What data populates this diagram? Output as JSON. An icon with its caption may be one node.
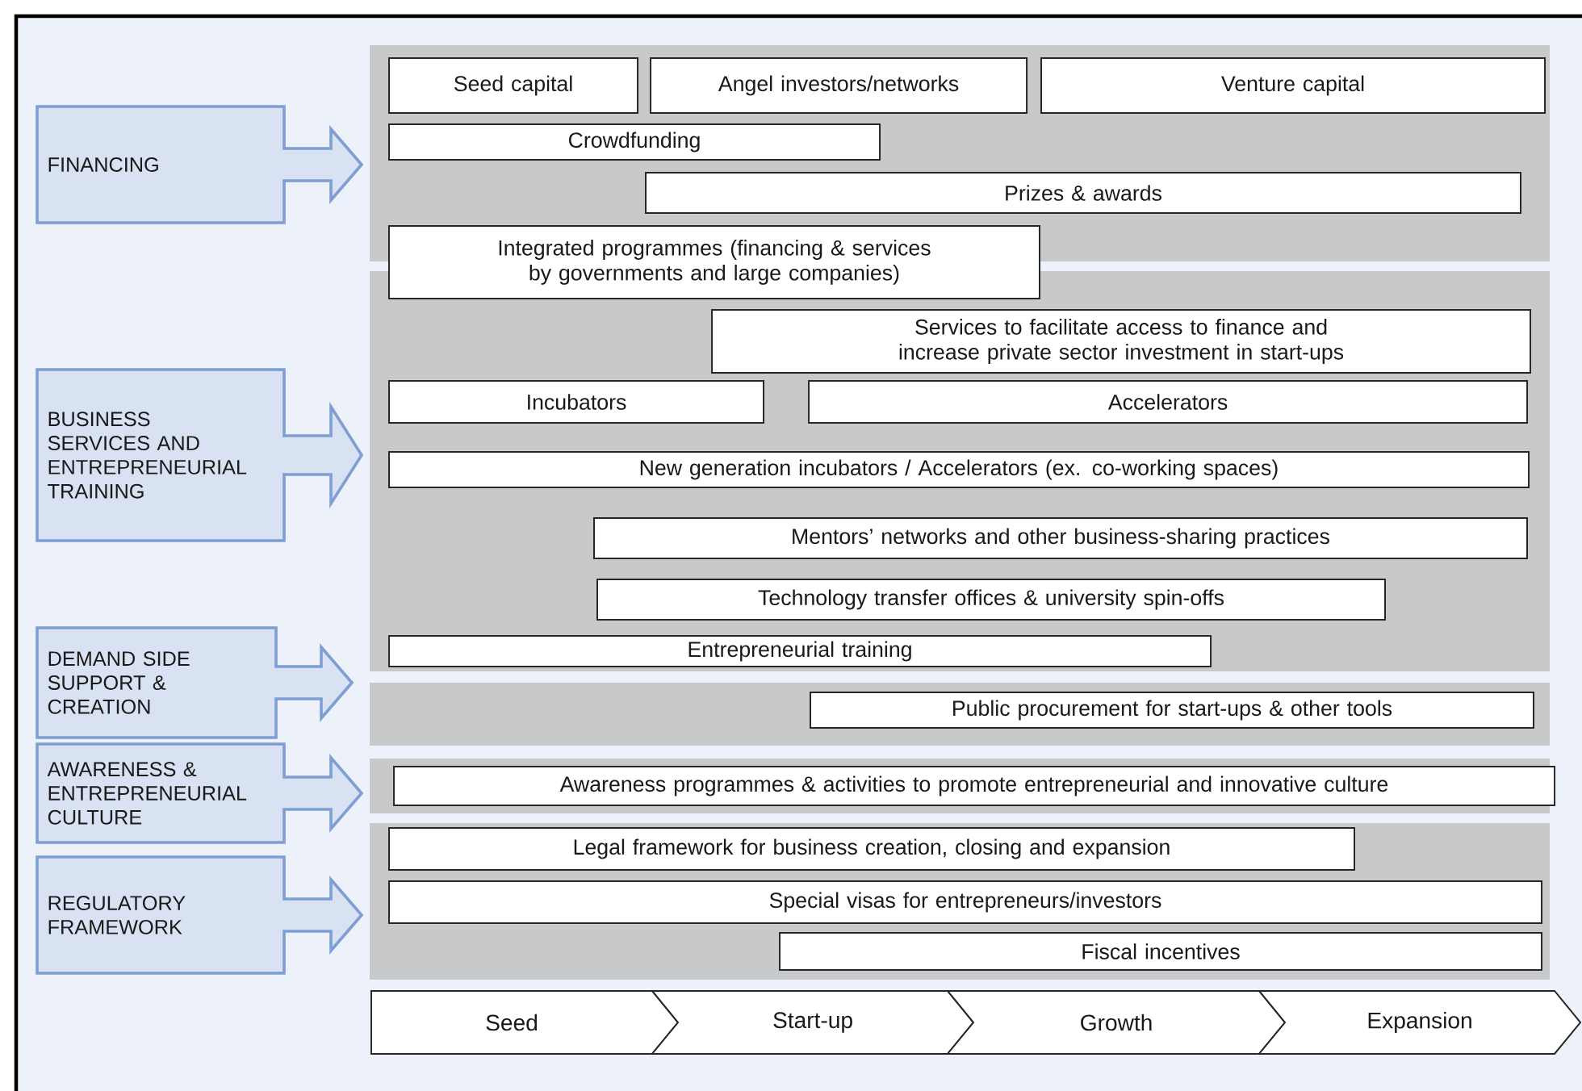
{
  "diagram": {
    "nodes": [
      {
        "text": [
          "FINANCING"
        ]
      },
      {
        "text": [
          "BUSINESS SERVICES AND ENTREPRENEURIAL TRAINING"
        ]
      },
      {
        "text": [
          "DEMAND SIDE SUPPORT & CREATION"
        ]
      },
      {
        "text": [
          "AWARENESS & ENTREPRENEURIAL CULTURE"
        ]
      },
      {
        "text": [
          "REGULATORY FRAMEWORK"
        ]
      },
      {
        "text": [
          "Seed capital"
        ]
      },
      {
        "text": [
          "Angel investors/networks"
        ]
      },
      {
        "text": [
          "Venture capital"
        ]
      },
      {
        "text": [
          "Crowdfunding"
        ]
      },
      {
        "text": [
          "Prizes & awards"
        ]
      },
      {
        "text": [
          "Integrated programmes (financing & services by governments and large companies)"
        ]
      },
      {
        "text": [
          "Services  to facilitate access to finance and increase private sector investment in start-ups"
        ]
      },
      {
        "text": [
          "Incubators"
        ]
      },
      {
        "text": [
          "Accelerators"
        ]
      },
      {
        "text": [
          "New generation incubators / Accelerators (ex. co-working spaces)"
        ]
      },
      {
        "text": [
          "Mentors’ networks and other business-sharing practices"
        ]
      },
      {
        "text": [
          "Technology transfer offices & university spin-offs"
        ]
      },
      {
        "text": [
          "Entrepreneurial training"
        ]
      },
      {
        "text": [
          "Public procurement for start-ups & other tools"
        ]
      },
      {
        "text": [
          "Awareness programmes & activities to promote entrepreneurial and innovative culture"
        ]
      },
      {
        "text": [
          "Legal framework  for business creation, closing and expansion"
        ]
      },
      {
        "text": [
          "Special visas for entrepreneurs/investors"
        ]
      },
      {
        "text": [
          "Fiscal incentives"
        ]
      },
      {
        "text": [
          "Seed"
        ]
      },
      {
        "text": [
          "Start-up"
        ]
      },
      {
        "text": [
          "Growth"
        ]
      },
      {
        "text": [
          "Expansion"
        ]
      }
    ]
  }
}
